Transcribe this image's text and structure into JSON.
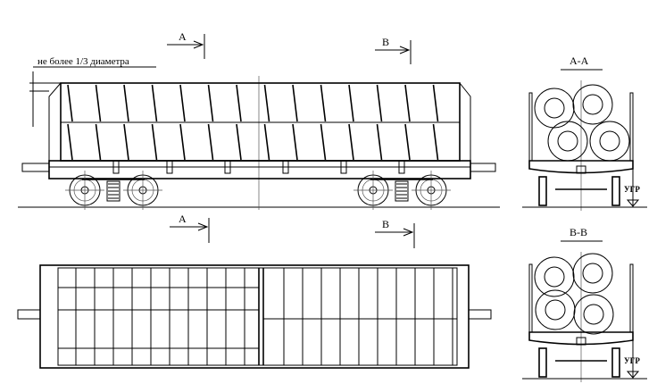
{
  "labels": {
    "section_a": "А",
    "section_b": "В",
    "section_a_title": "А-А",
    "section_b_title": "В-В",
    "dimension_note": "не более 1/3 диаметра",
    "ugr": "УГР"
  },
  "colors": {
    "line": "#000000",
    "background": "#ffffff"
  }
}
